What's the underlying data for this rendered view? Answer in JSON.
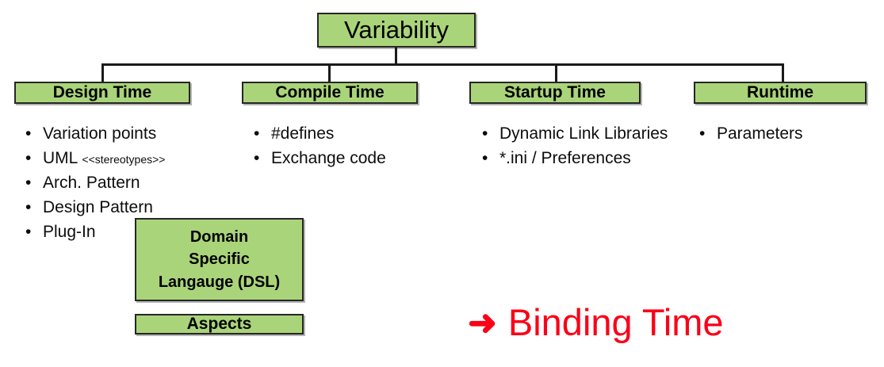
{
  "diagram": {
    "root": {
      "label": "Variability"
    },
    "branches": [
      {
        "id": "design-time",
        "label": "Design Time",
        "items": [
          {
            "text": "Variation points",
            "tag": ""
          },
          {
            "text": "UML ",
            "tag": "<<stereotypes>>"
          },
          {
            "text": "Arch. Pattern",
            "tag": ""
          },
          {
            "text": "Design Pattern",
            "tag": ""
          },
          {
            "text": "Plug-In",
            "tag": ""
          }
        ]
      },
      {
        "id": "compile-time",
        "label": "Compile Time",
        "items": [
          {
            "text": "#defines",
            "tag": ""
          },
          {
            "text": "Exchange code",
            "tag": ""
          }
        ]
      },
      {
        "id": "startup-time",
        "label": "Startup Time",
        "items": [
          {
            "text": "Dynamic Link Libraries",
            "tag": ""
          },
          {
            "text": "*.ini / Preferences",
            "tag": ""
          }
        ]
      },
      {
        "id": "runtime",
        "label": "Runtime",
        "items": [
          {
            "text": "Parameters",
            "tag": ""
          }
        ]
      }
    ],
    "extra_boxes": [
      {
        "id": "dsl",
        "lines": [
          "Domain",
          "Specific",
          "Langauge (DSL)"
        ]
      },
      {
        "id": "aspects",
        "lines": [
          "Aspects"
        ]
      }
    ],
    "callout": {
      "arrow_icon": "right-arrow-icon",
      "arrow_glyph": "➜",
      "label": "Binding Time"
    },
    "colors": {
      "box_fill": "#aad479",
      "box_border": "#262626",
      "connector": "#1a1a1a",
      "callout_red": "#fb0017",
      "text": "#000000",
      "background": "#ffffff"
    }
  }
}
